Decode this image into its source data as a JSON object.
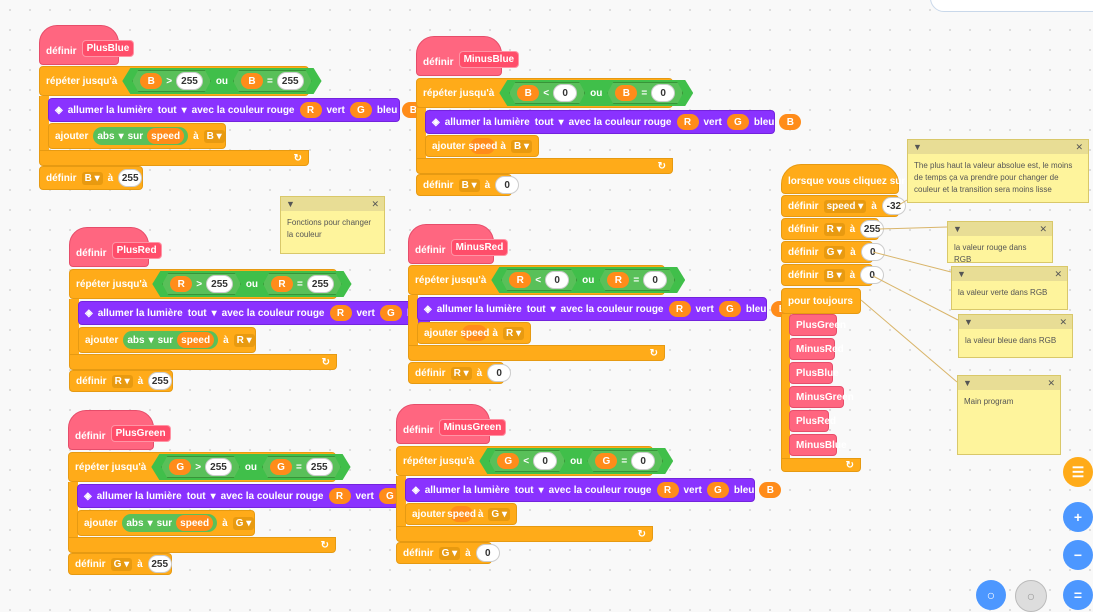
{
  "labels": {
    "define": "définir",
    "repeat_until": "répéter jusqu'à",
    "or": "ou",
    "light": "allumer la lumière",
    "all": "tout",
    "with_red": "avec la couleur rouge",
    "green": "vert",
    "blue": "bleu",
    "add": "ajouter",
    "abs": "abs",
    "on": "sur",
    "to": "à",
    "forever": "pour toujours",
    "when_flag": "lorsque vous cliquez sur",
    "speed": "speed"
  },
  "scripts": {
    "plus_blue": {
      "name": "PlusBlue",
      "var": "B",
      "op": ">",
      "limit": "255",
      "eq": "=",
      "set_val": "255"
    },
    "minus_blue": {
      "name": "MinusBlue",
      "var": "B",
      "op": "<",
      "limit": "0",
      "eq": "=",
      "set_val": "0"
    },
    "plus_red": {
      "name": "PlusRed",
      "var": "R",
      "op": ">",
      "limit": "255",
      "eq": "=",
      "set_val": "255"
    },
    "minus_red": {
      "name": "MinusRed",
      "var": "R",
      "op": "<",
      "limit": "0",
      "eq": "=",
      "set_val": "0"
    },
    "plus_green": {
      "name": "PlusGreen",
      "var": "G",
      "op": ">",
      "limit": "255",
      "eq": "=",
      "set_val": "255"
    },
    "minus_green": {
      "name": "MinusGreen",
      "var": "G",
      "op": "<",
      "limit": "0",
      "eq": "=",
      "set_val": "0"
    }
  },
  "main": {
    "speed_val": "-32",
    "r_val": "255",
    "g_val": "0",
    "b_val": "0",
    "calls": [
      "PlusGreen",
      "MinusRed",
      "PlusBlue",
      "MinusGreen",
      "PlusRed",
      "MinusBlue"
    ]
  },
  "notes": {
    "fonctions": "Fonctions pour changer la couleur",
    "speed": "The plus haut la valeur absolue est, le moins de temps ça va prendre pour changer de couleur et la transition sera moins lisse",
    "rouge": "la valeur rouge dans RGB",
    "verte": "la valeur verte dans RGB",
    "bleue": "la valeur bleue dans RGB",
    "main": "Main program"
  },
  "icons": {
    "collapse": "▼",
    "close": "✕",
    "flag": "⚑",
    "loop_arrow": "↻",
    "dropdown": "▾"
  },
  "colors": {
    "events": "#ffab19",
    "custom": "#ff6680",
    "extension": "#8a32ff",
    "operators": "#59c059"
  }
}
